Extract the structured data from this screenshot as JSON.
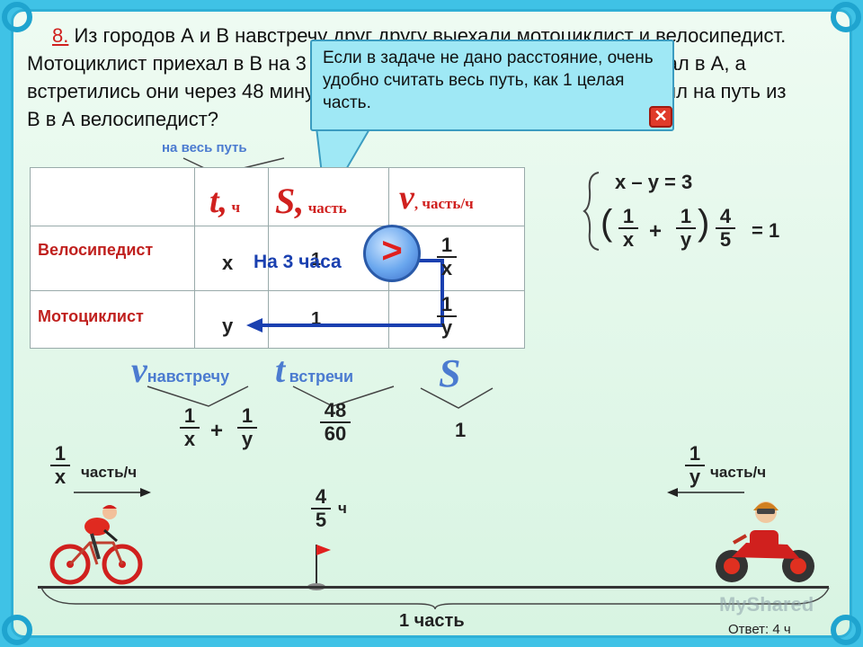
{
  "problem": {
    "number": "8.",
    "text": "Из городов А и В навстречу друг другу выехали мотоциклист и велосипедист. Мотоциклист приехал в В на 3 часа раньше, чем велосипедист приехал в А, а встретились они через 48 минут после выезда. Сколько часов затратил на путь из В в А велосипедист?"
  },
  "tooltip": {
    "text": "Если в задаче не дано расстояние, очень удобно считать весь путь, как 1 целая часть.",
    "close_label": "✕"
  },
  "table": {
    "note": "на весь путь",
    "col_t": "t,",
    "col_t_unit": "ч",
    "col_s": "S,",
    "col_s_unit": "часть",
    "col_v": "v",
    "col_v_unit": ", часть/ч",
    "row1_label": "Велосипедист",
    "row2_label": "Мотоциклист",
    "row1_t": "x",
    "row2_t": "y",
    "row1_s": "1",
    "row2_s": "1",
    "row1_v_num": "1",
    "row1_v_den": "x",
    "row2_v_num": "1",
    "row2_v_den": "y",
    "diff_note": "На 3 часа",
    "compare_sign": ">"
  },
  "system": {
    "eq1": "x – y = 3",
    "f1_num": "1",
    "f1_den": "x",
    "plus": "+",
    "f2_num": "1",
    "f2_den": "y",
    "f3_num": "4",
    "f3_den": "5",
    "equals": "= 1"
  },
  "meeting": {
    "v_label": "v",
    "v_sub": "навстречу",
    "t_label": "t",
    "t_sub": "встречи",
    "s_label": "S",
    "v_f1_num": "1",
    "v_f1_den": "x",
    "v_plus": "+",
    "v_f2_num": "1",
    "v_f2_den": "y",
    "t_num": "48",
    "t_den": "60",
    "s_value": "1"
  },
  "scene": {
    "left_speed_num": "1",
    "left_speed_den": "x",
    "left_speed_unit": "часть/ч",
    "right_speed_num": "1",
    "right_speed_den": "y",
    "right_speed_unit": "часть/ч",
    "time_num": "4",
    "time_den": "5",
    "time_unit": "ч",
    "distance": "1 часть",
    "answer": "Ответ: 4 ч",
    "watermark": "MyShared"
  },
  "colors": {
    "accent": "#3fc2e6",
    "red": "#d0201e",
    "blue": "#1a40b0",
    "table_blue": "#4b7bd0"
  }
}
